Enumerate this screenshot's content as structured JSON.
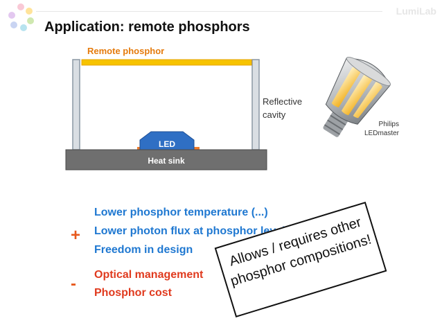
{
  "header": {
    "brand": "LumiLab",
    "title": "Application: remote phosphors"
  },
  "diagram": {
    "remote_phosphor_label": "Remote phosphor",
    "reflective_label_1": "Reflective",
    "reflective_label_2": "cavity",
    "led_label": "LED",
    "heat_sink_label": "Heat sink",
    "product_line_1": "Philips",
    "product_line_2": "LEDmaster"
  },
  "advantages": {
    "symbol": "+",
    "items": [
      "Lower phosphor temperature (...)",
      "Lower photon flux at phosphor level",
      "Freedom in design"
    ]
  },
  "disadvantages": {
    "symbol": "-",
    "items": [
      "Optical management",
      "Phosphor cost"
    ]
  },
  "stamp": {
    "line_1": "Allows / requires other",
    "line_2": "phosphor compositions!"
  },
  "colors": {
    "advantage": "#1f78d1",
    "disadvantage": "#e03a1e",
    "phosphor": "#f7c300",
    "led": "#2f6fc4",
    "heat_sink": "#6f6f6f",
    "sign": "#e7581c"
  }
}
